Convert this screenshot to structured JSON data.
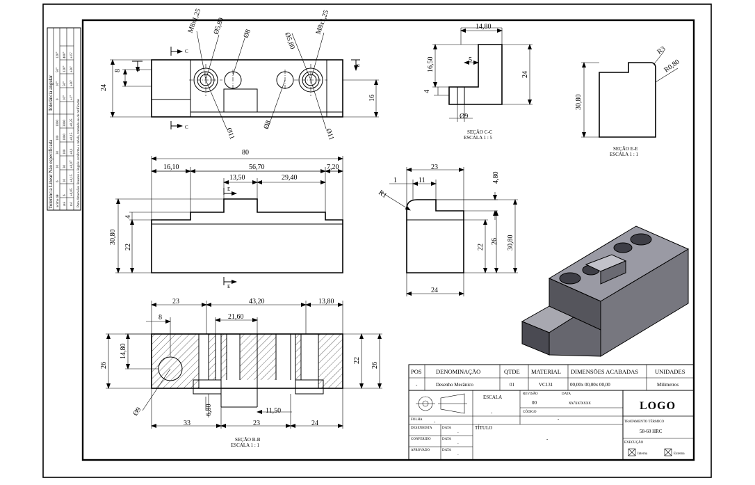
{
  "tolerance_table": {
    "title_left": "Tolerância Linear Não especificada",
    "title_right": "Tolerância angular",
    "row_label_a": "acima de",
    "row_label_b": "até",
    "row_label_c": "tol",
    "linear_above": [
      "0",
      "6",
      "10",
      "30",
      "100",
      "1000"
    ],
    "linear_to": [
      "6",
      "10",
      "30",
      "100",
      "1000",
      "3000"
    ],
    "linear_tol": [
      "±0,05",
      "±0,15",
      "±0,07",
      "±0,1",
      "±0,15",
      "±0,25"
    ],
    "angular_above": [
      "0",
      "10°",
      "50°",
      "120°"
    ],
    "angular_to": [
      "10°",
      "50°",
      "120°",
      "400°"
    ],
    "angular_tol": [
      "±1°",
      "±30'",
      "±20'",
      "±15'"
    ],
    "note": "Para dimensões lineares e ângulo conforme a tabela, tratando-se de retificadas"
  },
  "top_view": {
    "labels": [
      "M8x1,25",
      "Ø5,80",
      "Ø8",
      "Ø5,80",
      "M8x1,25",
      "Ø11",
      "Ø8",
      "Ø11"
    ],
    "dims": [
      "24",
      "8",
      "16"
    ],
    "section_marks": [
      "C",
      "C",
      "B",
      "B"
    ]
  },
  "section_cc": {
    "dims": [
      "14,80",
      "16,50",
      "5",
      "24",
      "4",
      "Ø9"
    ],
    "title": "SEÇÃO C-C",
    "scale": "ESCALA 1 : 5"
  },
  "section_ee": {
    "dims": [
      "R3",
      "R0,80",
      "30,80"
    ],
    "title": "SEÇÃO E-E",
    "scale": "ESCALA 1 : 1"
  },
  "front_view": {
    "dims": [
      "80",
      "16,10",
      "56,70",
      "7,20",
      "13,50",
      "29,40",
      "30,80",
      "4",
      "22"
    ],
    "section_marks": [
      "E",
      "E"
    ]
  },
  "side_view": {
    "dims": [
      "23",
      "1",
      "11",
      "R1",
      "4,80",
      "22",
      "26",
      "30,80",
      "24"
    ]
  },
  "section_bb": {
    "dims": [
      "23",
      "43,20",
      "13,80",
      "8",
      "21,60",
      "14,80",
      "26",
      "22",
      "26",
      "6,80",
      "11,50",
      "Ø9",
      "33",
      "23",
      "24"
    ],
    "title": "SEÇÃO B-B",
    "scale": "ESCALA 1 : 1"
  },
  "title_block": {
    "headers": [
      "POS",
      "DENOMINAÇÃO",
      "QTDE",
      "MATERIAL",
      "DIMENSÕES ACABADAS",
      "UNIDADES"
    ],
    "row": [
      "-",
      "Desenho Mecânico",
      "01",
      "VC131",
      "00,00x 00,00x 00,00",
      "Milímetros"
    ],
    "escala_label": "ESCALA",
    "escala_value": "-",
    "revisao_label": "REVISÃO",
    "revisao_value": "00",
    "data_label": "DATA",
    "data_value": "xx/xx/xxxx",
    "codigo_label": "CÓDIGO",
    "codigo_value": "-",
    "folha_label": "FOLHA",
    "folha_value": "-",
    "titulo_label": "TÍTULO",
    "titulo_value": "-",
    "logo": "LOGO",
    "tratamento_label": "TRATAMENTO TÉRMICO",
    "tratamento_value": "58-60 HRC",
    "execucao_label": "EXECUÇÃO",
    "execucao_opt1": "Interna",
    "execucao_opt2": "Externa",
    "desenhista_label": "DESENHISTA",
    "aprovado_label": "APROVADO",
    "conferido_label": "CONFERIDO",
    "data_small_label": "DATA",
    "dash": "-"
  }
}
